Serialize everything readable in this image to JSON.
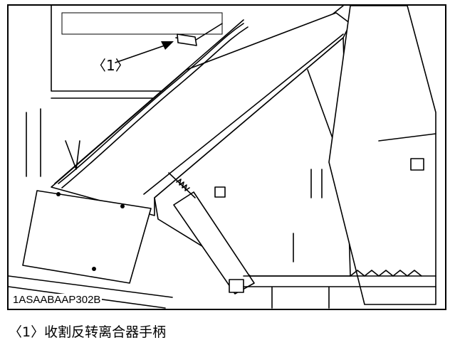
{
  "figure": {
    "callout_label": "〈1〉",
    "figure_code": "1ASAABAAP302B"
  },
  "caption": {
    "text": "〈1〉收割反转离合器手柄"
  }
}
